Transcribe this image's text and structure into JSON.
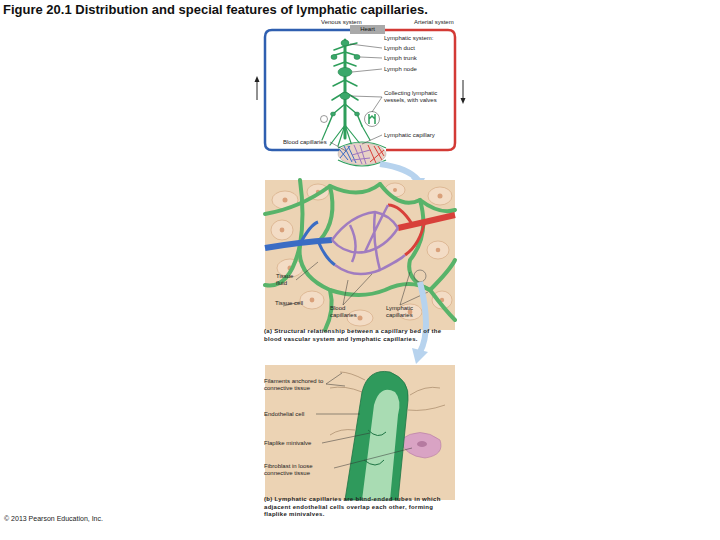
{
  "diagram": {
    "title": "Figure 20.1 Distribution and special features of lymphatic capillaries.",
    "nodes": [
      {
        "text": [
          "Heart"
        ]
      }
    ],
    "labels": [
      "Venous system",
      "Arterial system",
      "Lymphatic system:",
      "Lymph duct",
      "Lymph trunk",
      "Lymph node",
      "Collecting lymphatic vessels, with valves",
      "Lymphatic capillary",
      "Blood capillaries",
      "Tissue fluid",
      "Tissue cell",
      "Blood capillaries",
      "Lymphatic capillaries",
      "(a) Structural relationship between a capillary bed of the blood vascular system and lymphatic capillaries.",
      "Filaments anchored to connective tissue",
      "Endothelial cell",
      "Flaplike minivalve",
      "Fibroblast in loose connective tissue",
      "(b) Lymphatic capillaries are blind-ended tubes in which adjacent endothelial cells overlap each other, forming flaplike minivalves.",
      "© 2013 Pearson Education, Inc."
    ]
  }
}
